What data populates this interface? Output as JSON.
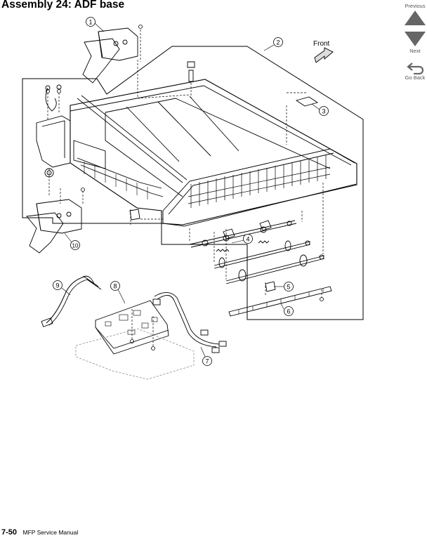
{
  "header": {
    "title": "Assembly 24:  ADF base"
  },
  "nav": {
    "previous_label": "Previous",
    "next_label": "Next",
    "go_back_label": "Go Back"
  },
  "diagram": {
    "front_label": "Front",
    "callouts": [
      "1",
      "2",
      "3",
      "4",
      "5",
      "6",
      "7",
      "8",
      "9",
      "10"
    ]
  },
  "footer": {
    "page_number": "7-50",
    "manual_title": "MFP Service Manual"
  }
}
